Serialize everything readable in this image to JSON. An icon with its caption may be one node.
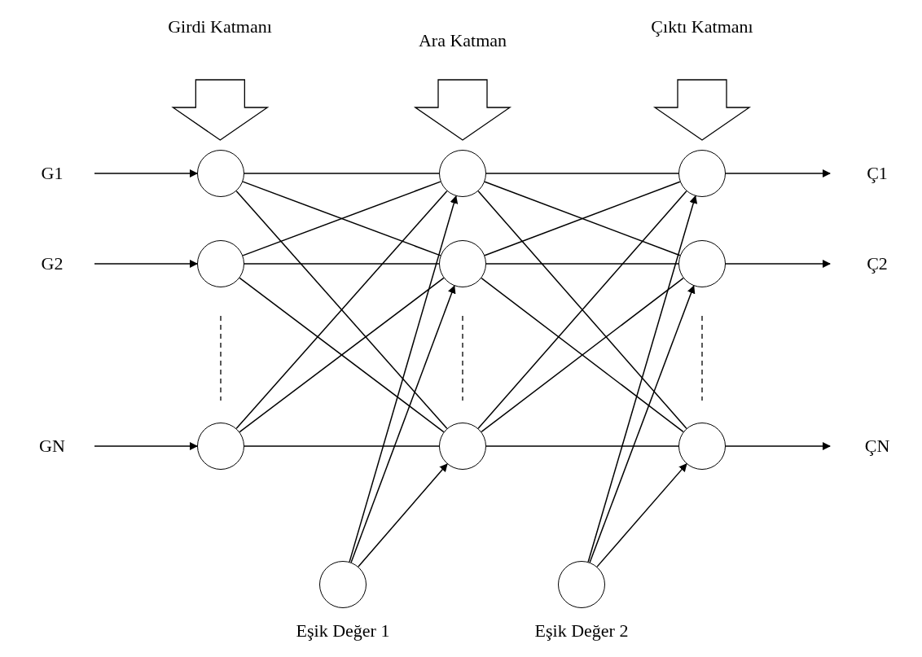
{
  "diagram": {
    "nodes": [
      {
        "text": [
          "Girdi Katmanı"
        ]
      },
      {
        "text": [
          "Ara Katman"
        ]
      },
      {
        "text": [
          "Çıktı Katmanı"
        ]
      },
      {
        "text": [
          "G1"
        ]
      },
      {
        "text": [
          "G2"
        ]
      },
      {
        "text": [
          "GN"
        ]
      },
      {
        "text": [],
        "shape": "circle"
      },
      {
        "text": [],
        "shape": "circle"
      },
      {
        "text": [],
        "shape": "circle"
      },
      {
        "text": [],
        "shape": "circle"
      },
      {
        "text": [],
        "shape": "circle"
      },
      {
        "text": [],
        "shape": "circle"
      },
      {
        "text": [],
        "shape": "circle"
      },
      {
        "text": [],
        "shape": "circle"
      },
      {
        "text": [],
        "shape": "circle"
      },
      {
        "text": [
          "Ç1"
        ]
      },
      {
        "text": [
          "Ç2"
        ]
      },
      {
        "text": [
          "ÇN"
        ]
      },
      {
        "text": [],
        "shape": "circle",
        "beside": [
          "Eşik Değer 1"
        ]
      },
      {
        "text": [],
        "shape": "circle",
        "beside": [
          "Eşik Değer 2"
        ]
      }
    ],
    "edges": [
      {
        "from": 0,
        "to": 6,
        "arrow": "to",
        "style": "thick"
      },
      {
        "from": 1,
        "to": 9,
        "arrow": "to",
        "style": "thick"
      },
      {
        "from": 2,
        "to": 12,
        "arrow": "to",
        "style": "thick"
      },
      {
        "from": 3,
        "to": 6,
        "arrow": "to"
      },
      {
        "from": 4,
        "to": 7,
        "arrow": "to"
      },
      {
        "from": 5,
        "to": 8,
        "arrow": "to"
      },
      {
        "from": 6,
        "to": 9,
        "arrow": "none"
      },
      {
        "from": 6,
        "to": 10,
        "arrow": "none"
      },
      {
        "from": 6,
        "to": 11,
        "arrow": "none"
      },
      {
        "from": 7,
        "to": 9,
        "arrow": "none"
      },
      {
        "from": 7,
        "to": 10,
        "arrow": "none"
      },
      {
        "from": 7,
        "to": 11,
        "arrow": "none"
      },
      {
        "from": 8,
        "to": 9,
        "arrow": "none"
      },
      {
        "from": 8,
        "to": 10,
        "arrow": "none"
      },
      {
        "from": 8,
        "to": 11,
        "arrow": "none"
      },
      {
        "from": 9,
        "to": 12,
        "arrow": "none"
      },
      {
        "from": 9,
        "to": 13,
        "arrow": "none"
      },
      {
        "from": 9,
        "to": 14,
        "arrow": "none"
      },
      {
        "from": 10,
        "to": 12,
        "arrow": "none"
      },
      {
        "from": 10,
        "to": 13,
        "arrow": "none"
      },
      {
        "from": 10,
        "to": 14,
        "arrow": "none"
      },
      {
        "from": 11,
        "to": 12,
        "arrow": "none"
      },
      {
        "from": 11,
        "to": 13,
        "arrow": "none"
      },
      {
        "from": 11,
        "to": 14,
        "arrow": "none"
      },
      {
        "from": 12,
        "to": 15,
        "arrow": "to"
      },
      {
        "from": 13,
        "to": 16,
        "arrow": "to"
      },
      {
        "from": 14,
        "to": 17,
        "arrow": "to"
      },
      {
        "from": 18,
        "to": 9,
        "arrow": "to"
      },
      {
        "from": 18,
        "to": 10,
        "arrow": "to"
      },
      {
        "from": 18,
        "to": 11,
        "arrow": "to"
      },
      {
        "from": 19,
        "to": 12,
        "arrow": "to"
      },
      {
        "from": 19,
        "to": 13,
        "arrow": "to"
      },
      {
        "from": 19,
        "to": 14,
        "arrow": "to"
      }
    ]
  }
}
